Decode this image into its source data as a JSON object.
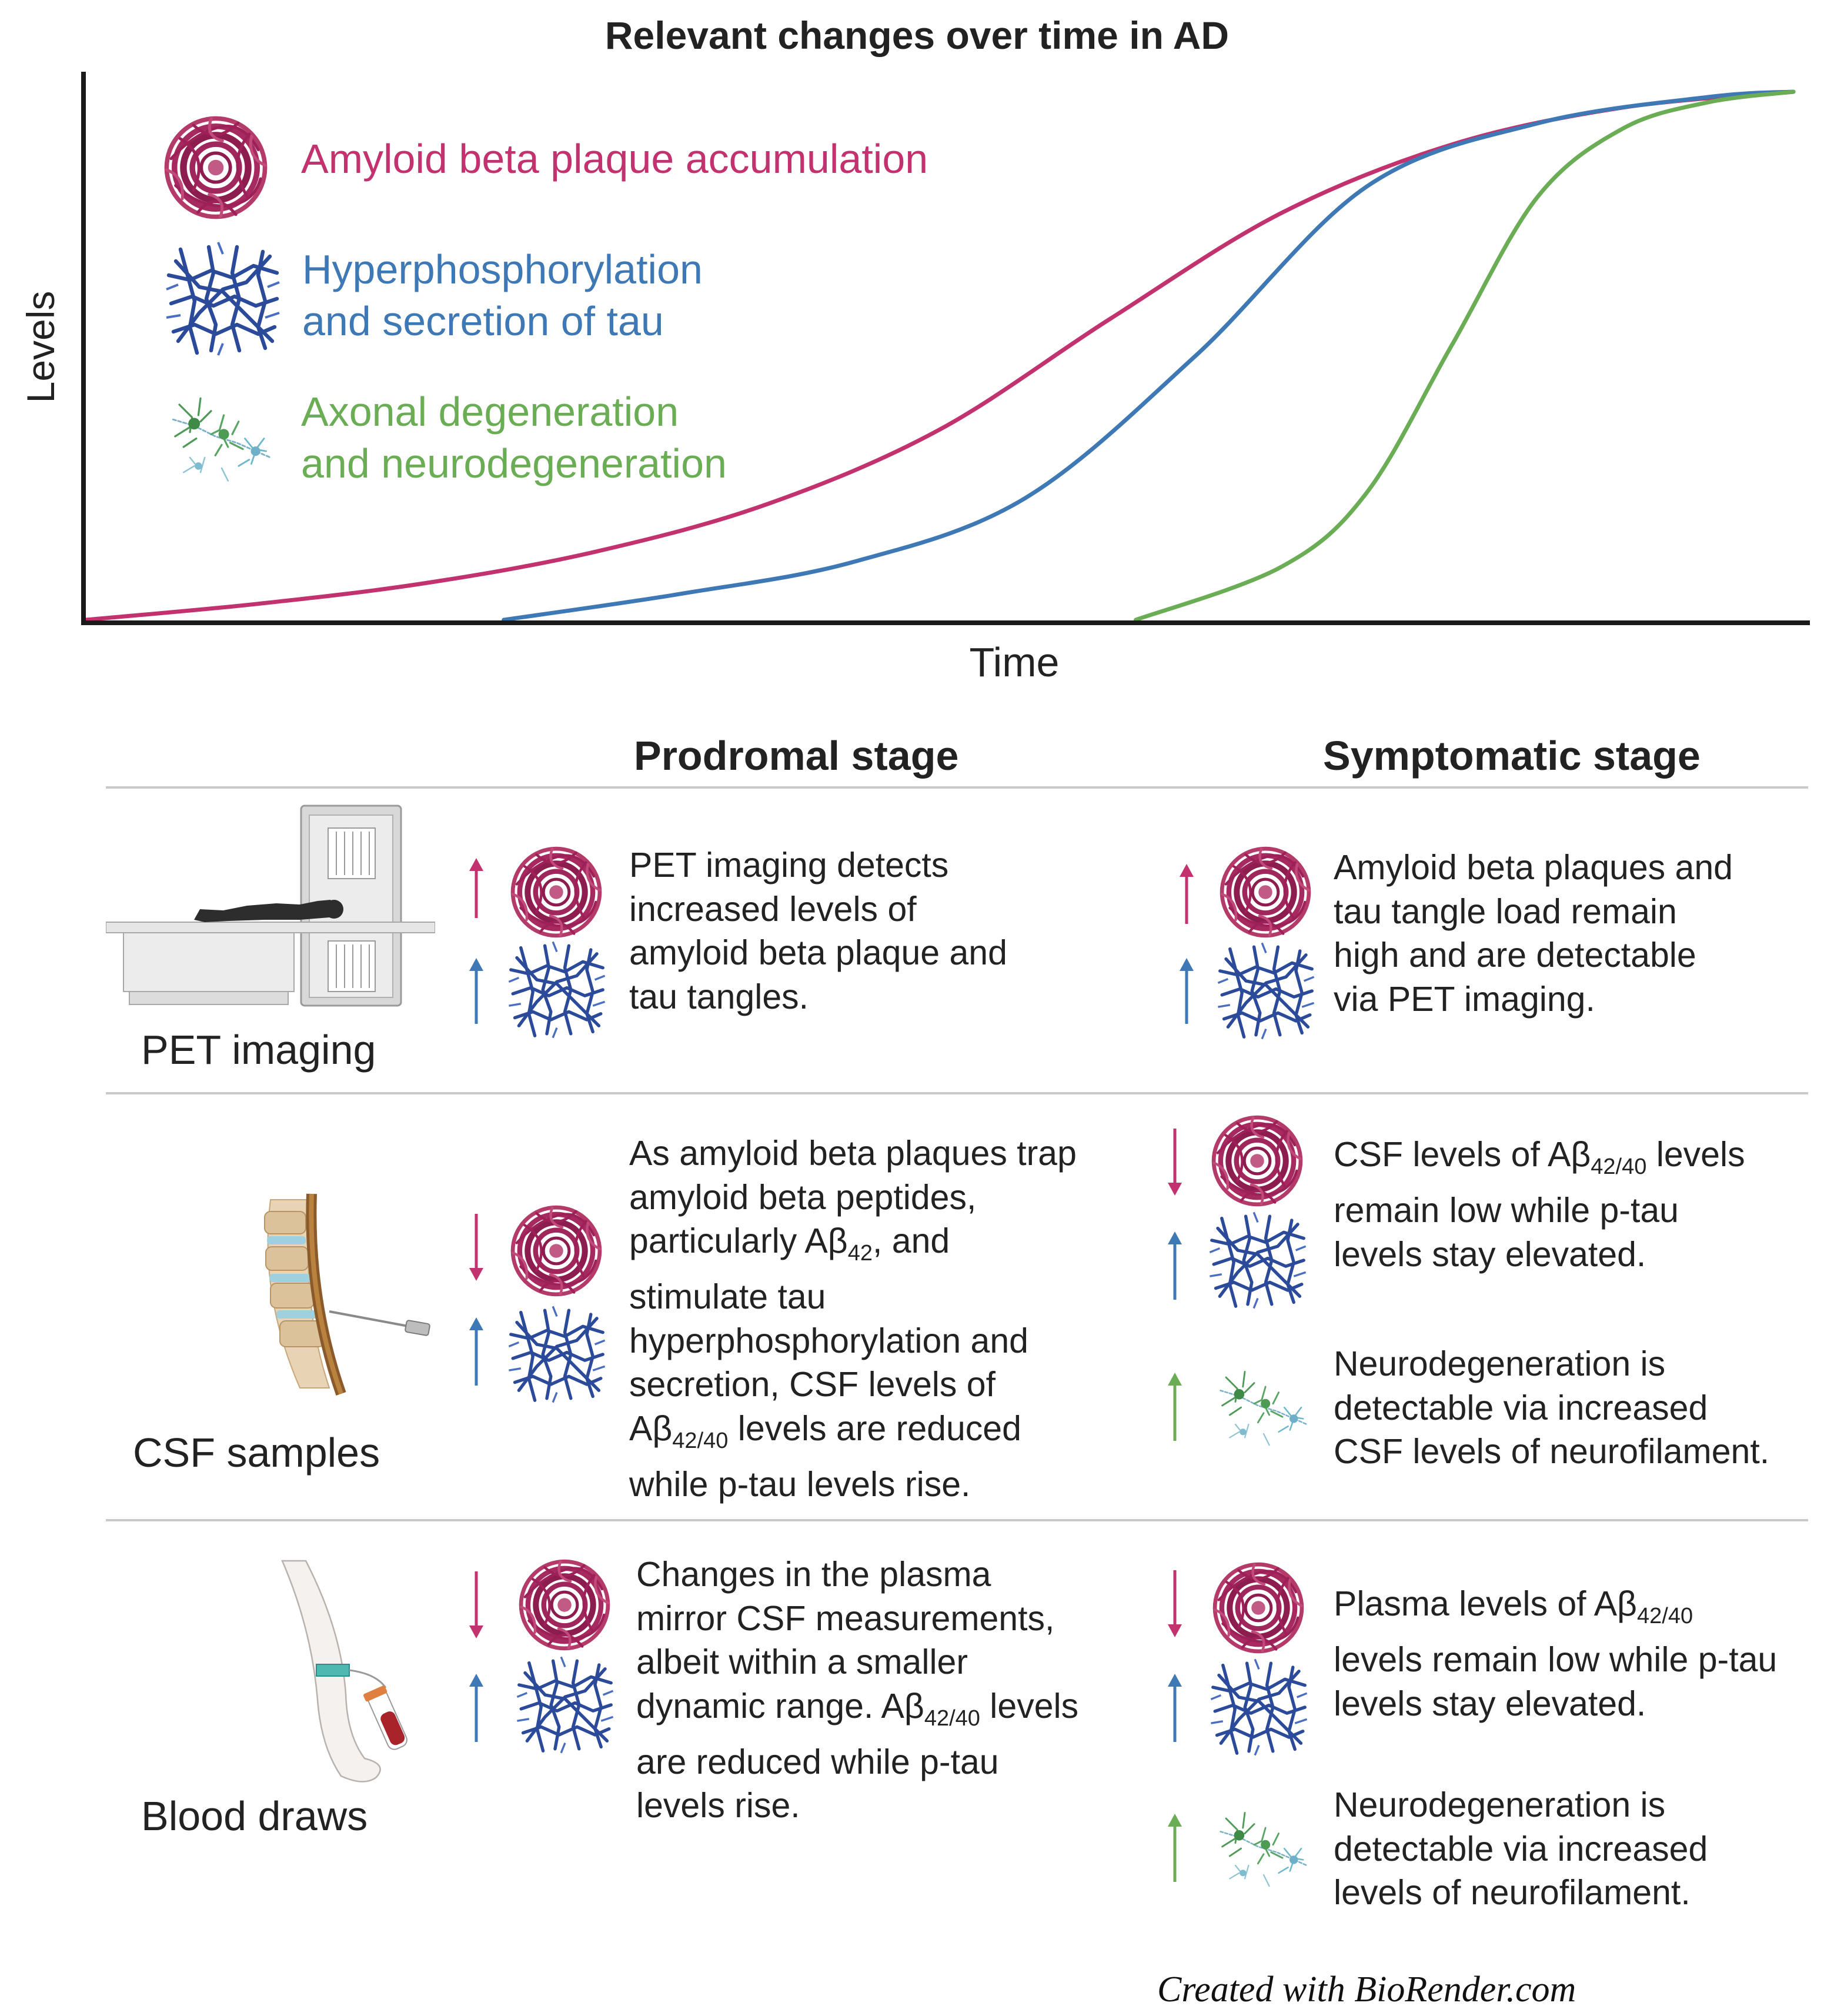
{
  "colors": {
    "amyloid": "#c2326f",
    "tau": "#3f79b5",
    "neuro": "#6aad55",
    "axis": "#1a1a1a",
    "rule": "#c9c9c9"
  },
  "chart": {
    "title": "Relevant changes over time in AD",
    "ylabel": "Levels",
    "xlabel": "Time",
    "legend": [
      {
        "key": "amyloid",
        "icon": "amyloid-plaque-icon",
        "text": "Amyloid beta plaque accumulation"
      },
      {
        "key": "tau",
        "icon": "tau-tangle-icon",
        "text_line1": "Hyperphosphorylation",
        "text_line2": "and secretion of tau"
      },
      {
        "key": "neuro",
        "icon": "neuron-icon",
        "text_line1": "Axonal degeneration",
        "text_line2": "and neurodegeneration"
      }
    ]
  },
  "chart_data": {
    "type": "line",
    "title": "Relevant changes over time in AD",
    "xlabel": "Time",
    "ylabel": "Levels",
    "xlim": [
      0,
      1
    ],
    "ylim": [
      0,
      1
    ],
    "grid": false,
    "legend_position": "top-left",
    "series": [
      {
        "name": "Amyloid beta plaque accumulation",
        "x": [
          0,
          0.1,
          0.2,
          0.3,
          0.4,
          0.5,
          0.6,
          0.7,
          0.8,
          0.9,
          1.0
        ],
        "y": [
          0,
          0.03,
          0.07,
          0.13,
          0.22,
          0.36,
          0.57,
          0.77,
          0.9,
          0.97,
          1.0
        ]
      },
      {
        "name": "Hyperphosphorylation and secretion of tau",
        "x": [
          0.245,
          0.35,
          0.45,
          0.55,
          0.65,
          0.75,
          0.85,
          0.95,
          1.0
        ],
        "y": [
          0,
          0.05,
          0.11,
          0.23,
          0.5,
          0.82,
          0.94,
          0.99,
          1.0
        ]
      },
      {
        "name": "Axonal degeneration and neurodegeneration",
        "x": [
          0.615,
          0.7,
          0.75,
          0.8,
          0.85,
          0.9,
          0.95,
          1.0
        ],
        "y": [
          0,
          0.1,
          0.24,
          0.52,
          0.8,
          0.93,
          0.98,
          1.0
        ]
      }
    ]
  },
  "stages": {
    "prodromal": "Prodromal stage",
    "symptomatic": "Symptomatic stage"
  },
  "rows": [
    {
      "label": "PET imaging",
      "illustration": "pet-scanner-icon",
      "prodromal": {
        "arrows": [
          {
            "dir": "up",
            "color": "amyloid"
          },
          {
            "dir": "up",
            "color": "tau"
          }
        ],
        "lines": [
          "PET imaging detects",
          "increased levels of",
          "amyloid beta plaque and",
          "tau tangles."
        ]
      },
      "symptomatic": {
        "arrows": [
          {
            "dir": "up",
            "color": "amyloid"
          },
          {
            "dir": "up",
            "color": "tau"
          }
        ],
        "lines": [
          "Amyloid beta plaques and",
          "tau tangle load remain",
          "high and are detectable",
          "via PET imaging."
        ]
      }
    },
    {
      "label": "CSF samples",
      "illustration": "spine-needle-icon",
      "prodromal": {
        "arrows": [
          {
            "dir": "down",
            "color": "amyloid"
          },
          {
            "dir": "up",
            "color": "tau"
          }
        ],
        "lines": [
          "As amyloid beta plaques trap",
          "amyloid beta peptides,",
          "particularly Aβ",
          "42",
          ", and",
          "stimulate tau",
          "hyperphosphorylation and",
          "secretion, CSF levels of",
          "Aβ",
          "42/40",
          " levels are reduced",
          "while p-tau levels rise."
        ]
      },
      "symptomatic_a": {
        "arrows": [
          {
            "dir": "down",
            "color": "amyloid"
          },
          {
            "dir": "up",
            "color": "tau"
          }
        ],
        "lines": [
          "CSF levels of Aβ",
          "42/40",
          " levels",
          "remain low while p-tau",
          "levels stay elevated."
        ]
      },
      "symptomatic_b": {
        "arrows": [
          {
            "dir": "up",
            "color": "neuro"
          }
        ],
        "lines": [
          "Neurodegeneration is",
          "detectable via increased",
          "CSF levels of neurofilament."
        ]
      }
    },
    {
      "label": "Blood draws",
      "illustration": "arm-blood-draw-icon",
      "prodromal": {
        "arrows": [
          {
            "dir": "down",
            "color": "amyloid"
          },
          {
            "dir": "up",
            "color": "tau"
          }
        ],
        "lines": [
          "Changes in the plasma",
          "mirror CSF measurements,",
          "albeit within a smaller",
          "dynamic range. Aβ",
          "42/40",
          " levels",
          "are reduced while p-tau",
          "levels rise."
        ]
      },
      "symptomatic_a": {
        "arrows": [
          {
            "dir": "down",
            "color": "amyloid"
          },
          {
            "dir": "up",
            "color": "tau"
          }
        ],
        "lines": [
          "Plasma levels of Aβ",
          "42/40",
          "levels remain low while p-tau",
          "levels stay elevated."
        ]
      },
      "symptomatic_b": {
        "arrows": [
          {
            "dir": "up",
            "color": "neuro"
          }
        ],
        "lines": [
          "Neurodegeneration is",
          "detectable via increased",
          "levels of neurofilament."
        ]
      }
    }
  ],
  "footer": "Created with BioRender.com"
}
